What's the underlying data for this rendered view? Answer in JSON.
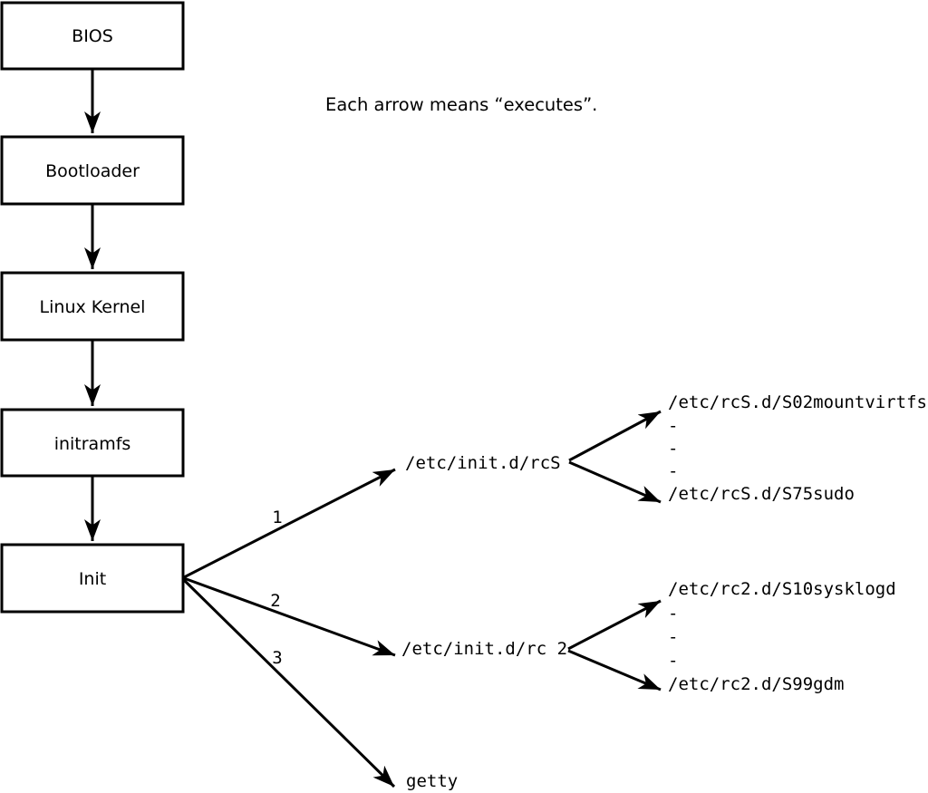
{
  "title_note": "Each arrow means “executes”.",
  "chain": [
    {
      "label": "BIOS"
    },
    {
      "label": "Bootloader"
    },
    {
      "label": "Linux Kernel"
    },
    {
      "label": "initramfs"
    },
    {
      "label": "Init"
    }
  ],
  "fanout": [
    {
      "num": "1",
      "target": "/etc/init.d/rcS"
    },
    {
      "num": "2",
      "target": "/etc/init.d/rc 2"
    },
    {
      "num": "3",
      "target": "getty"
    }
  ],
  "rcS_dir": {
    "first": "/etc/rcS.d/S02mountvirtfs",
    "more1": "-",
    "more2": "-",
    "more3": "-",
    "last": "/etc/rcS.d/S75sudo"
  },
  "rc2_dir": {
    "first": "/etc/rc2.d/S10sysklogd",
    "more1": "-",
    "more2": "-",
    "more3": "-",
    "last": "/etc/rc2.d/S99gdm"
  },
  "colors": {
    "ink": "#000000",
    "paper": "#ffffff",
    "box_fill": "#ffffff"
  }
}
